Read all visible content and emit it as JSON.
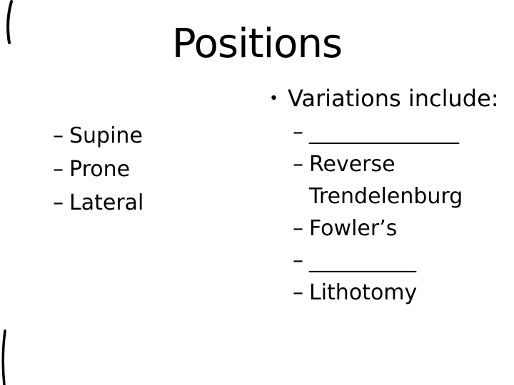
{
  "slide": {
    "background_color": "#ffffff",
    "text_color": "#000000",
    "title": "Positions",
    "left_list": {
      "bullet_char": "–",
      "items": [
        {
          "label": "Supine"
        },
        {
          "label": "Prone"
        },
        {
          "label": "Lateral"
        }
      ]
    },
    "right_list": {
      "bullet_char": "•",
      "heading": "Variations include:",
      "sub_bullet_char": "–",
      "items": [
        {
          "label": "______________",
          "blank": true
        },
        {
          "label": "Reverse Trendelenburg",
          "blank": false
        },
        {
          "label": "Fowler’s",
          "blank": false
        },
        {
          "label": "__________",
          "blank": true
        },
        {
          "label": "Lithotomy",
          "blank": false
        }
      ]
    }
  }
}
